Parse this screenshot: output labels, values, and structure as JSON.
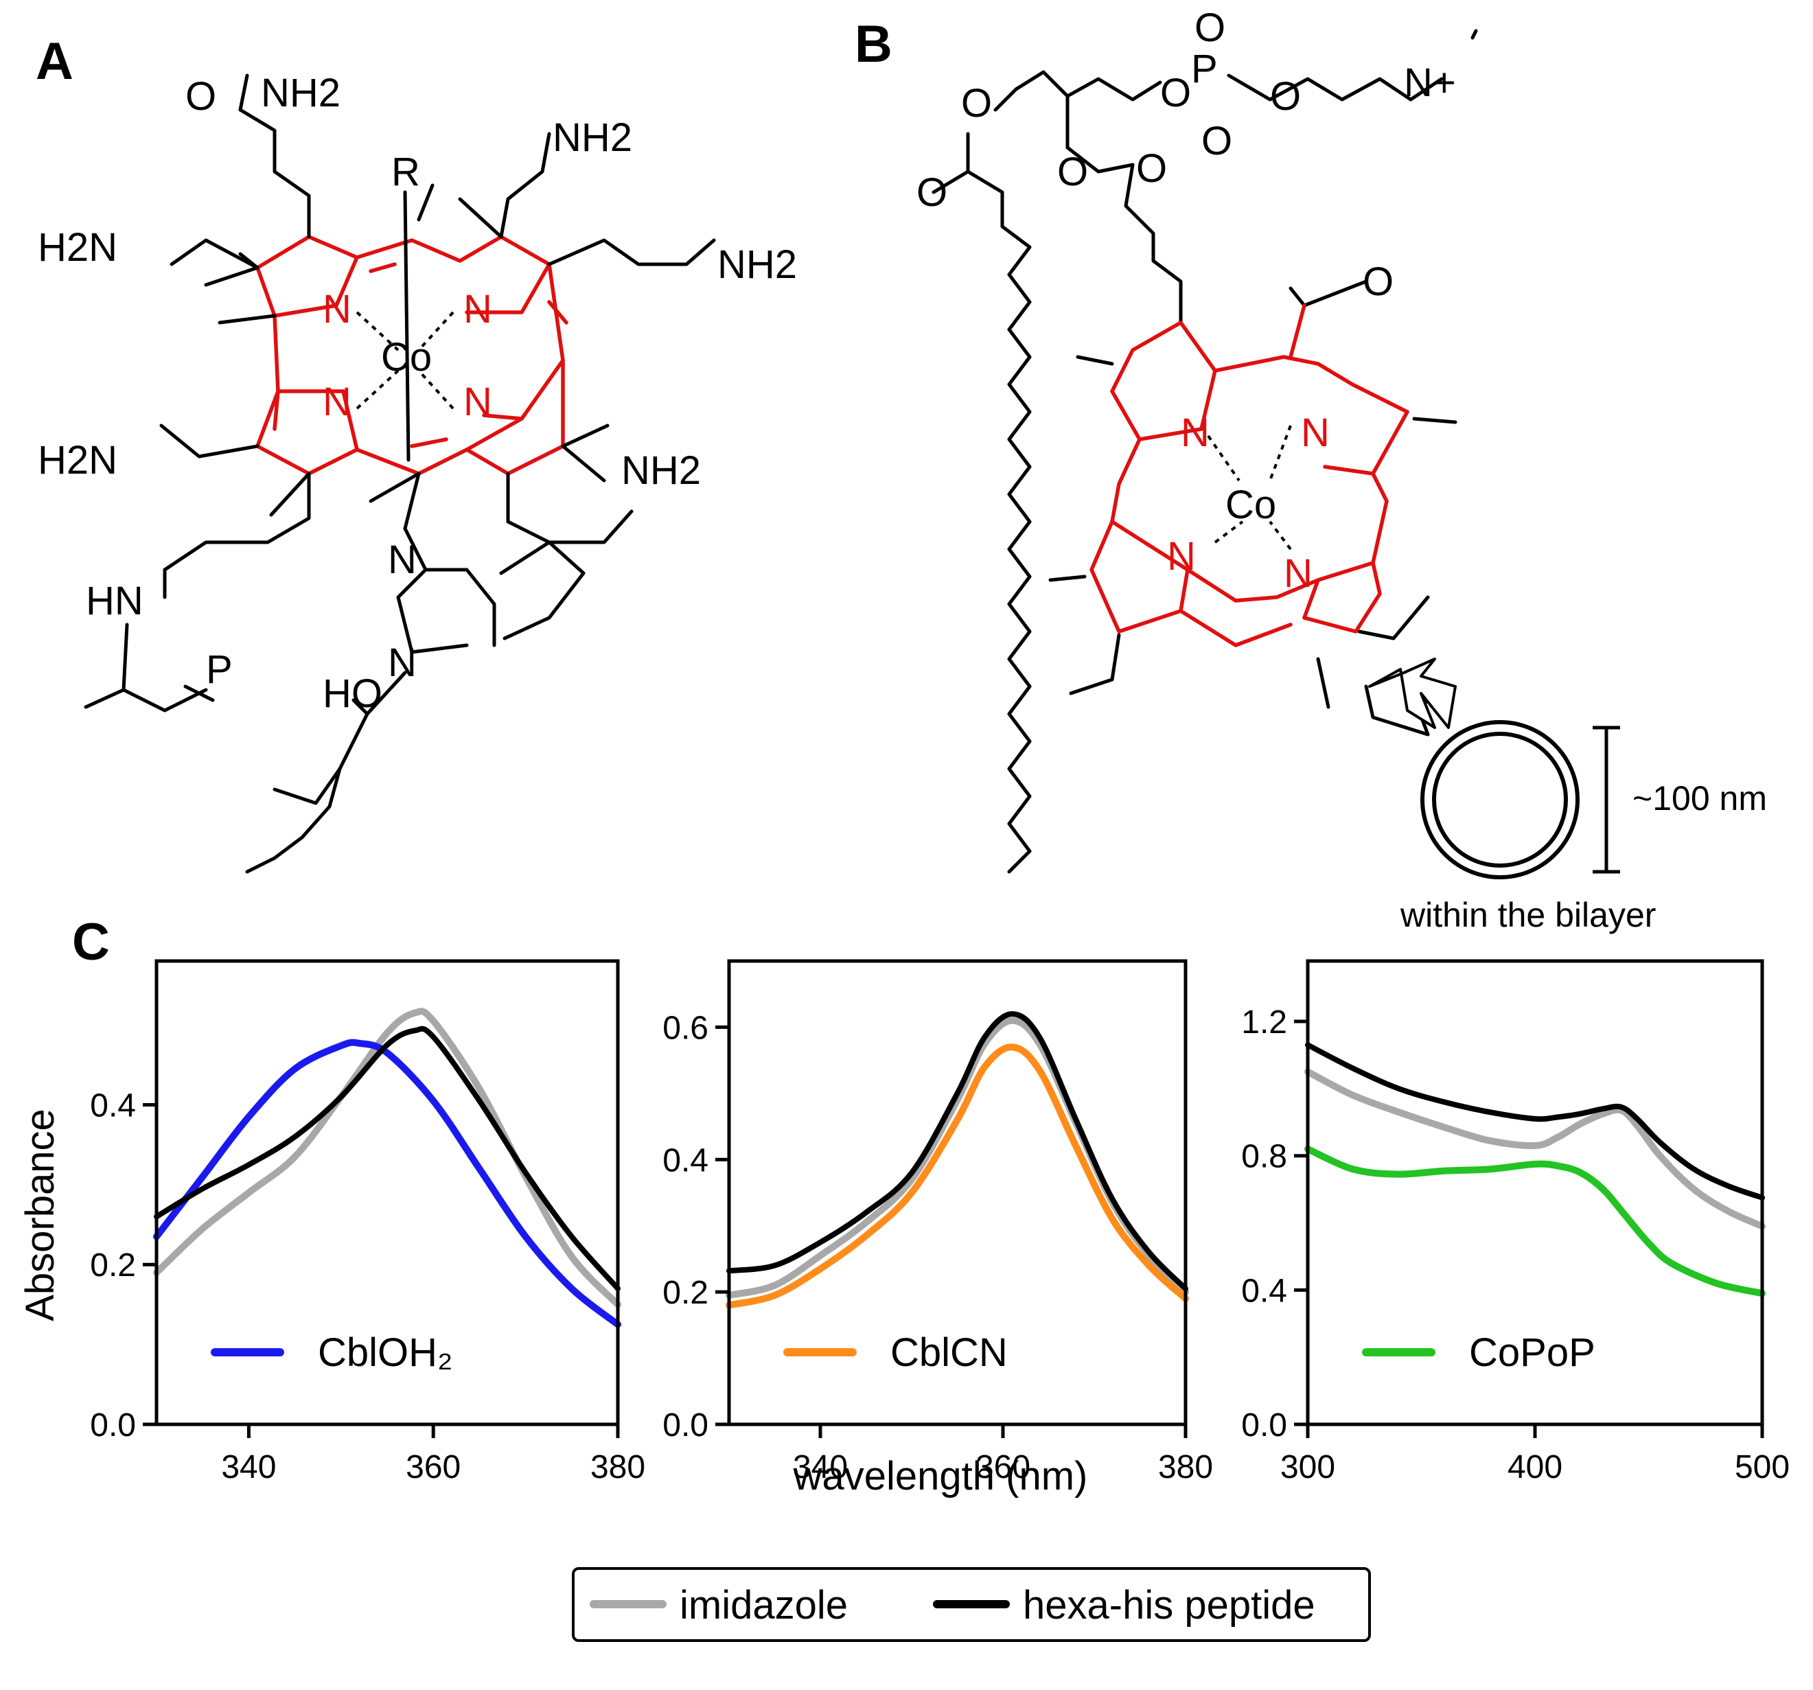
{
  "panels": {
    "a": "A",
    "b": "B",
    "c": "C"
  },
  "structure_a": {
    "atoms": [
      "NH2",
      "NH2",
      "H2N",
      "NH2",
      "H2N",
      "NH2",
      "HN",
      "O",
      "Co",
      "N",
      "R",
      "HO",
      "P"
    ]
  },
  "structure_b": {
    "atoms": [
      "O",
      "P",
      "N+",
      "Co",
      "N"
    ],
    "scale_label": "~100 nm",
    "vesicle_label": "within the bilayer"
  },
  "colors": {
    "porphyrin": "#e01010",
    "CblOH2": "#1a1aee",
    "CblCN": "#ff8c1a",
    "CoPoP": "#22c322",
    "imidazole": "#a8a8a8",
    "hexa_his": "#000000"
  },
  "shared_labels": {
    "ylabel": "Absorbance",
    "xlabel": "wavelength (nm)"
  },
  "legend": {
    "imidazole": "imidazole",
    "hexa_his": "hexa-his peptide"
  },
  "chart_data": [
    {
      "type": "line",
      "legend_label": "CblOH₂",
      "xlim": [
        330,
        380
      ],
      "ylim": [
        0.0,
        0.58
      ],
      "xticks": [
        340,
        360,
        380
      ],
      "yticks": [
        0.0,
        0.2,
        0.4
      ],
      "series": [
        {
          "name": "CblOH₂",
          "color_key": "CblOH2",
          "x": [
            330,
            335,
            340,
            345,
            350,
            352,
            355,
            360,
            365,
            370,
            375,
            380
          ],
          "y": [
            0.235,
            0.31,
            0.385,
            0.445,
            0.474,
            0.477,
            0.465,
            0.405,
            0.32,
            0.235,
            0.17,
            0.125
          ]
        },
        {
          "name": "imidazole",
          "color_key": "imidazole",
          "x": [
            330,
            335,
            340,
            345,
            350,
            355,
            358,
            360,
            365,
            370,
            375,
            380
          ],
          "y": [
            0.19,
            0.245,
            0.29,
            0.335,
            0.41,
            0.49,
            0.515,
            0.505,
            0.42,
            0.31,
            0.21,
            0.15
          ]
        },
        {
          "name": "hexa-his peptide",
          "color_key": "hexa_his",
          "x": [
            330,
            335,
            340,
            345,
            350,
            355,
            358,
            360,
            365,
            370,
            375,
            380
          ],
          "y": [
            0.26,
            0.295,
            0.325,
            0.36,
            0.41,
            0.475,
            0.493,
            0.485,
            0.405,
            0.315,
            0.235,
            0.17
          ]
        }
      ]
    },
    {
      "type": "line",
      "legend_label": "CblCN",
      "xlim": [
        330,
        380
      ],
      "ylim": [
        0.0,
        0.7
      ],
      "xticks": [
        340,
        360,
        380
      ],
      "yticks": [
        0.0,
        0.2,
        0.4,
        0.6
      ],
      "series": [
        {
          "name": "CblCN",
          "color_key": "CblCN",
          "x": [
            330,
            335,
            340,
            345,
            350,
            355,
            358,
            361,
            364,
            368,
            372,
            376,
            380
          ],
          "y": [
            0.18,
            0.195,
            0.235,
            0.285,
            0.35,
            0.46,
            0.54,
            0.57,
            0.535,
            0.42,
            0.31,
            0.24,
            0.19
          ]
        },
        {
          "name": "imidazole",
          "color_key": "imidazole",
          "x": [
            330,
            335,
            340,
            345,
            350,
            355,
            358,
            361,
            364,
            368,
            372,
            376,
            380
          ],
          "y": [
            0.195,
            0.21,
            0.255,
            0.305,
            0.37,
            0.49,
            0.575,
            0.61,
            0.575,
            0.455,
            0.335,
            0.255,
            0.2
          ]
        },
        {
          "name": "hexa-his peptide",
          "color_key": "hexa_his",
          "x": [
            330,
            335,
            340,
            345,
            350,
            355,
            358,
            361,
            364,
            368,
            372,
            376,
            380
          ],
          "y": [
            0.232,
            0.24,
            0.275,
            0.32,
            0.38,
            0.5,
            0.585,
            0.62,
            0.585,
            0.46,
            0.34,
            0.26,
            0.205
          ]
        }
      ]
    },
    {
      "type": "line",
      "legend_label": "CoPoP",
      "xlim": [
        300,
        500
      ],
      "ylim": [
        0.0,
        1.38
      ],
      "xticks": [
        300,
        400,
        500
      ],
      "yticks": [
        0.0,
        0.4,
        0.8,
        1.2
      ],
      "series": [
        {
          "name": "CoPoP",
          "color_key": "CoPoP",
          "x": [
            300,
            320,
            340,
            360,
            380,
            400,
            410,
            420,
            430,
            440,
            450,
            460,
            480,
            500
          ],
          "y": [
            0.82,
            0.76,
            0.745,
            0.755,
            0.76,
            0.775,
            0.77,
            0.75,
            0.7,
            0.62,
            0.54,
            0.48,
            0.42,
            0.39
          ]
        },
        {
          "name": "imidazole",
          "color_key": "imidazole",
          "x": [
            300,
            320,
            340,
            360,
            380,
            400,
            410,
            420,
            430,
            438,
            445,
            455,
            470,
            485,
            500
          ],
          "y": [
            1.05,
            0.98,
            0.93,
            0.885,
            0.845,
            0.83,
            0.855,
            0.895,
            0.925,
            0.935,
            0.89,
            0.8,
            0.7,
            0.635,
            0.59
          ]
        },
        {
          "name": "hexa-his peptide",
          "color_key": "hexa_his",
          "x": [
            300,
            320,
            340,
            360,
            380,
            400,
            410,
            420,
            430,
            438,
            445,
            455,
            470,
            485,
            500
          ],
          "y": [
            1.13,
            1.06,
            1.0,
            0.96,
            0.93,
            0.91,
            0.915,
            0.925,
            0.94,
            0.945,
            0.91,
            0.84,
            0.76,
            0.71,
            0.675
          ]
        }
      ]
    }
  ]
}
